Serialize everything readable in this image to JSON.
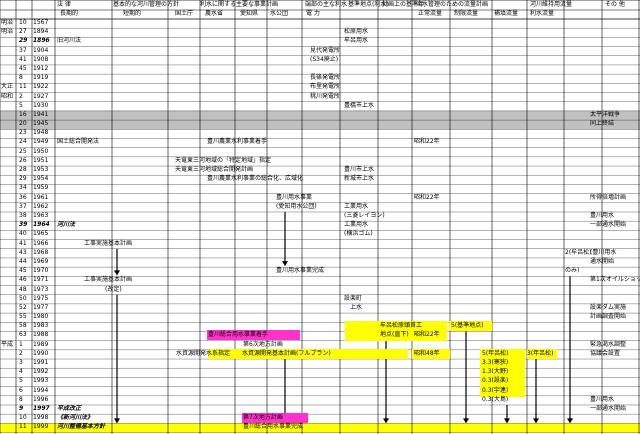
{
  "colors": {
    "grid": "#000000",
    "gray_band": "#c0c0c0",
    "yellow": "#ffff00",
    "magenta": "#ff33cc"
  },
  "header": {
    "row1": [
      "法 律",
      "基本的な河川管理の方針",
      "利水に関する主要な事業計画",
      "端部の主な利水",
      "基準地点(利水)",
      "計画上の基準年",
      "流水管理のための流量計画",
      "河川維持用流量",
      "その 他"
    ],
    "row2": [
      "長期的",
      "短期的",
      "国土庁",
      "農水省",
      "愛知県",
      "水公団",
      "電 力",
      "正常流量",
      "制限流量",
      "補填流量",
      "利水流量"
    ]
  },
  "eras": [
    "明治",
    "大正",
    "昭和",
    "平成"
  ],
  "era_top": "明治",
  "years": [
    {
      "e": "10",
      "y": "1567"
    },
    {
      "e": "27",
      "y": "1894"
    },
    {
      "e": "29",
      "y": "1896"
    },
    {
      "e": "37",
      "y": "1904"
    },
    {
      "e": "41",
      "y": "1908"
    },
    {
      "e": "45",
      "y": "1912"
    },
    {
      "e": "8",
      "y": "1919"
    },
    {
      "e": "11",
      "y": "1922"
    },
    {
      "e": "2",
      "y": "1927"
    },
    {
      "e": "5",
      "y": "1930"
    },
    {
      "e": "16",
      "y": "1941"
    },
    {
      "e": "20",
      "y": "1945"
    },
    {
      "e": "23",
      "y": "1948"
    },
    {
      "e": "24",
      "y": "1949"
    },
    {
      "e": "25",
      "y": "1950"
    },
    {
      "e": "26",
      "y": "1951"
    },
    {
      "e": "28",
      "y": "1953"
    },
    {
      "e": "29",
      "y": "1954"
    },
    {
      "e": "34",
      "y": "1959"
    },
    {
      "e": "36",
      "y": "1961"
    },
    {
      "e": "37",
      "y": "1962"
    },
    {
      "e": "38",
      "y": "1963"
    },
    {
      "e": "39",
      "y": "1964"
    },
    {
      "e": "40",
      "y": "1965"
    },
    {
      "e": "41",
      "y": "1966"
    },
    {
      "e": "43",
      "y": "1968"
    },
    {
      "e": "44",
      "y": "1969"
    },
    {
      "e": "45",
      "y": "1970"
    },
    {
      "e": "46",
      "y": "1971"
    },
    {
      "e": "48",
      "y": "1973"
    },
    {
      "e": "50",
      "y": "1975"
    },
    {
      "e": "52",
      "y": "1977"
    },
    {
      "e": "55",
      "y": "1980"
    },
    {
      "e": "58",
      "y": "1983"
    },
    {
      "e": "63",
      "y": "1988"
    },
    {
      "e": "1",
      "y": "1989"
    },
    {
      "e": "2",
      "y": "1990"
    },
    {
      "e": "3",
      "y": "1991"
    },
    {
      "e": "4",
      "y": "1992"
    },
    {
      "e": "5",
      "y": "1993"
    },
    {
      "e": "6",
      "y": "1994"
    },
    {
      "e": "8",
      "y": "1996"
    },
    {
      "e": "9",
      "y": "1997"
    },
    {
      "e": "10",
      "y": "1998"
    },
    {
      "e": "11",
      "y": "1999"
    }
  ],
  "entries": {
    "kyu_kasen": "旧河川法",
    "kaihatsu": "国土総合開発法",
    "kasen_ho": "河川法",
    "kouji1": "工事実施基本計画",
    "kouji2": "工事実施基本計画",
    "kaitei": "(改定)",
    "heisei_kaisei": "平成改正",
    "shin_kasen": "《新河川法》",
    "seibi_kihon": "河川整備基本方針",
    "tenryu1": "天竜東三河地域の「特定地域」指定",
    "tenryu2": "天竜東三河地域総合開発計画",
    "toyokawa_nosui": "豊川農業水利事業着手",
    "toyokawa_sogo": "豊川農業水利事業の総合化、広域化",
    "yosui_jigyo": "豊川用水事業",
    "yosui_kodan": "(愛知用水公団)",
    "yosui_kansei": "豊川用水事業完成",
    "sogo_chakushu": "豊川総合用水事業着手",
    "dai6": "第6次地方計画",
    "suishigen": "水資源開発水系指定",
    "fullplan": "水資源開発基本計画(フルプラン)",
    "dai7": "第7次地方計画",
    "sogo_kansei": "豊川総合用水事業完成",
    "minobu": "見代発電所",
    "haishi": "(S34廃止)",
    "matsubara": "松原用水",
    "mure": "牟呂用水",
    "nagashino": "長篠発電所",
    "fuseo": "布里発電所",
    "kuwabuchi": "桃川発電所",
    "toyohashi_josui": "豊橋市上水",
    "toyokawa_josui": "豊川市上水",
    "shinshiro_josui": "新城市上水",
    "kogyo1": "工業用水",
    "mitsubishi": "(三菱レイヨン)",
    "kogyo2": "工業用水",
    "yokohama": "(横浜ゴム)",
    "shitara": "設楽町",
    "josui": "上水",
    "s22_a": "昭和22年",
    "s22_b": "昭和22年",
    "s22_c": "昭和22年",
    "s48": "昭和48年",
    "matsubara_toku": "牟呂松原頭首工",
    "chokka": "地点(直下)",
    "kijun_chiten": "5(基準地点)",
    "taiheiyo": "太平洋戦争",
    "shuketsu": "同上終結",
    "shotoku_baizo": "所得倍増計画",
    "toyokawa_yosui_a": "豊川用水",
    "ichibu_a": "一部通水開始",
    "mure_plant": "2(牟呂松)",
    "toyokawa_yosui_b": "(豊川用水",
    "tsusui": "通水開始",
    "nomi": "のみ)",
    "oil_shock": "第1次オイルショック",
    "dam_plan1": "設楽ダム実施",
    "dam_plan2": "計画調査開始",
    "kinkyu1": "緊急渇水調整",
    "kinkyu2": "協議会設置",
    "toyokawa_yosui_c": "豊川用水",
    "ichibu_c": "一部通水開始",
    "kijun5": "5(年呂松)",
    "murematsu3": "3(年呂松)",
    "r1": "3.3(寒狭)",
    "r2": "1.3(大野)",
    "r3": "0.3(設楽)",
    "r4": "0.3(宇連)",
    "r5": "0.3(大島)"
  }
}
